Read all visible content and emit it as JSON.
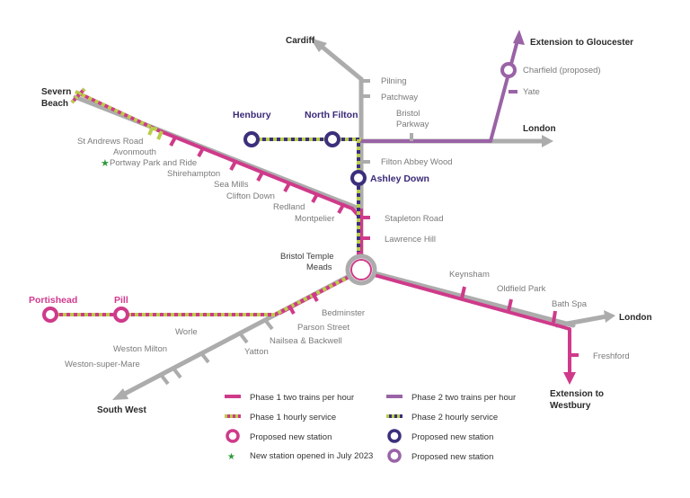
{
  "colors": {
    "grey": "#acacac",
    "phase1": "#cf3a8a",
    "phase1_hourly": "#b9cd4a",
    "phase2": "#9a63a6",
    "phase2_hourly_dark": "#3b2f7c",
    "phase2_hourly_light": "#b9cd4a",
    "new_station_dark": "#3b2f7c",
    "star": "#2e9a3a"
  },
  "destinations": {
    "cardiff": "Cardiff",
    "gloucester": "Extension to Gloucester",
    "london_top": "London",
    "london_right": "London",
    "westbury_1": "Extension to",
    "westbury_2": "Westbury",
    "south_west": "South West",
    "severn_beach_1": "Severn",
    "severn_beach_2": "Beach"
  },
  "new_stations": {
    "henbury": "Henbury",
    "north_filton": "North Filton",
    "ashley_down": "Ashley Down",
    "portishead": "Portishead",
    "pill": "Pill"
  },
  "stations": {
    "pilning": "Pilning",
    "patchway": "Patchway",
    "bristol_parkway_1": "Bristol",
    "bristol_parkway_2": "Parkway",
    "filton_abbey_wood": "Filton Abbey Wood",
    "charfield": "Charfield (proposed)",
    "yate": "Yate",
    "st_andrews_road": "St Andrews Road",
    "avonmouth": "Avonmouth",
    "portway": "Portway Park and Ride",
    "shirehampton": "Shirehampton",
    "sea_mills": "Sea Mills",
    "clifton_down": "Clifton Down",
    "redland": "Redland",
    "montpelier": "Montpelier",
    "stapleton_road": "Stapleton Road",
    "lawrence_hill": "Lawrence Hill",
    "temple_meads_1": "Bristol Temple",
    "temple_meads_2": "Meads",
    "keynsham": "Keynsham",
    "oldfield_park": "Oldfield Park",
    "bath_spa": "Bath Spa",
    "freshford": "Freshford",
    "bedminster": "Bedminster",
    "parson_street": "Parson Street",
    "nailsea": "Nailsea & Backwell",
    "yatton": "Yatton",
    "worle": "Worle",
    "weston_milton": "Weston Milton",
    "weston_super_mare": "Weston-super-Mare"
  },
  "legend": {
    "phase1_two": "Phase 1 two trains per hour",
    "phase1_hourly": "Phase 1 hourly service",
    "phase1_new": "Proposed new station",
    "star_new": "New station opened in July 2023",
    "phase2_two": "Phase 2 two trains per hour",
    "phase2_hourly": "Phase 2 hourly service",
    "phase2_new_dark": "Proposed new station",
    "phase2_new_light": "Proposed new station"
  }
}
